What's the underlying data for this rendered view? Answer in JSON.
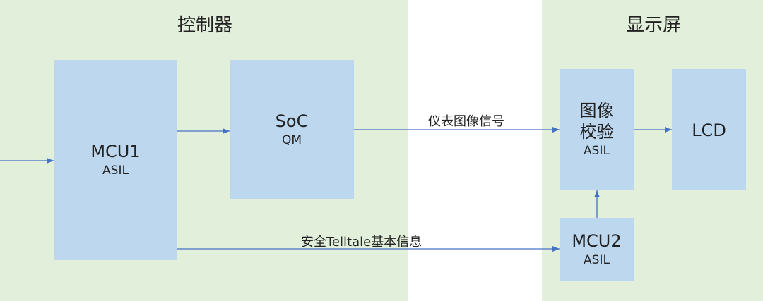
{
  "regions": {
    "controller": "控制器",
    "display": "显示屏"
  },
  "blocks": {
    "mcu1": {
      "name": "MCU1",
      "level": "ASIL"
    },
    "soc": {
      "name": "SoC",
      "level": "QM"
    },
    "verify": {
      "name_line1": "图像",
      "name_line2": "校验",
      "level": "ASIL"
    },
    "lcd": {
      "name": "LCD"
    },
    "mcu2": {
      "name": "MCU2",
      "level": "ASIL"
    }
  },
  "signals": {
    "image": "仪表图像信号",
    "telltale": "安全Telltale基本信息"
  },
  "colors": {
    "panel": "#e2efda",
    "box": "#bdd7ee",
    "arrow": "#4472c4"
  }
}
